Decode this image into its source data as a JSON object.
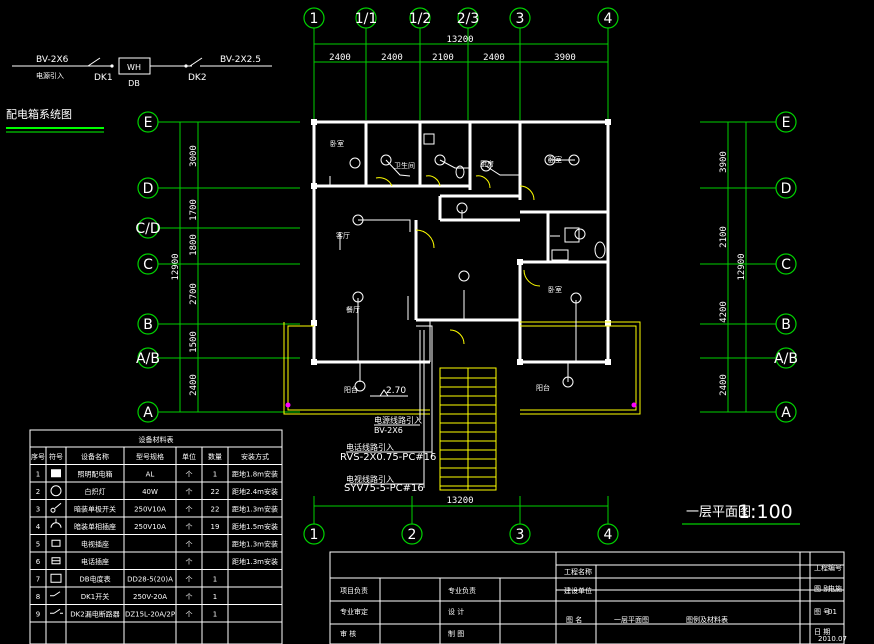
{
  "axes_top": [
    "1",
    "1/1",
    "1/2",
    "2/3",
    "3",
    "4"
  ],
  "axes_bottom": [
    "1",
    "2",
    "3",
    "4"
  ],
  "axes_left": [
    "E",
    "D",
    "C/D",
    "C",
    "B",
    "A/B",
    "A"
  ],
  "axes_right": [
    "E",
    "D",
    "C",
    "B",
    "A/B",
    "A"
  ],
  "dims_top_total": "13200",
  "dims_top": [
    "2400",
    "2400",
    "2100",
    "2400",
    "3900"
  ],
  "dims_bottom_total": "13200",
  "dims_left": [
    "3000",
    "1700",
    "1800",
    "2700",
    "1500",
    "2400"
  ],
  "dims_left_total": "12900",
  "dims_right": [
    "3900",
    "2100",
    "4200",
    "2400"
  ],
  "dims_right_total": "12900",
  "level_mark": "2.70",
  "system": {
    "title": "配电箱系统图",
    "cable_in": "BV-2X6",
    "cable_in_sub": "电源引入",
    "dk1": "DK1",
    "box": "WH",
    "box_sub": "DB",
    "dk2": "DK2",
    "cable_out": "BV-2X2.5"
  },
  "plan": {
    "title": "一层平面图",
    "scale": "1:100",
    "lead1a": "电源线路引入",
    "lead1b": "BV-2X6",
    "lead2a": "电话线路引入",
    "lead2b": "RVS-2X0.75-PC#16",
    "lead3a": "电视线路引入",
    "lead3b": "SYV75-5-PC#16",
    "rooms": [
      "卧室",
      "卫生间",
      "厨房",
      "客厅",
      "卧室",
      "卧室",
      "餐厅",
      "阳台",
      "阳台",
      "楼梯"
    ]
  },
  "materials": {
    "title": "设备材料表",
    "headers": [
      "序号",
      "符号",
      "设备名称",
      "型号规格",
      "单位",
      "数量",
      "安装方式"
    ],
    "rows": [
      [
        "1",
        "",
        "照明配电箱",
        "AL",
        "个",
        "1",
        "距地1.8m安装"
      ],
      [
        "2",
        "",
        "白炽灯",
        "40W",
        "个",
        "22",
        "距地2.4m安装"
      ],
      [
        "3",
        "",
        "暗装单极开关",
        "250V10A",
        "个",
        "22",
        "距地1.3m安装"
      ],
      [
        "4",
        "",
        "暗装单相插座",
        "250V10A",
        "个",
        "19",
        "距地1.5m安装"
      ],
      [
        "5",
        "",
        "电视插座",
        "",
        "个",
        "",
        "距地1.3m安装"
      ],
      [
        "6",
        "",
        "电话插座",
        "",
        "个",
        "",
        "距地1.3m安装"
      ],
      [
        "7",
        "",
        "DB电度表",
        "DD28-5(20)A",
        "个",
        "1",
        ""
      ],
      [
        "8",
        "",
        "DK1开关",
        "250V-20A",
        "个",
        "1",
        ""
      ],
      [
        "9",
        "",
        "DK2漏电断路器",
        "DZ15L-20A/2P",
        "个",
        "1",
        ""
      ]
    ]
  },
  "title_block": {
    "project_name": "工程名称",
    "project_no": "工程编号",
    "drawing_no_label": "图 别",
    "drawing_no_val": "电施",
    "build_unit": "建设单位",
    "proj_lead": "项目负责",
    "prof_lead": "专业负责",
    "sheet_label": "图 号",
    "sheet_val": "01",
    "check": "专业审定",
    "design": "设 计",
    "drawing_title1": "一层平面图",
    "drawing_title2": "图例及材料表",
    "name_label": "图 名",
    "review": "审 核",
    "draw": "制 图",
    "date_label": "日 期",
    "date_val": "2010.07"
  }
}
